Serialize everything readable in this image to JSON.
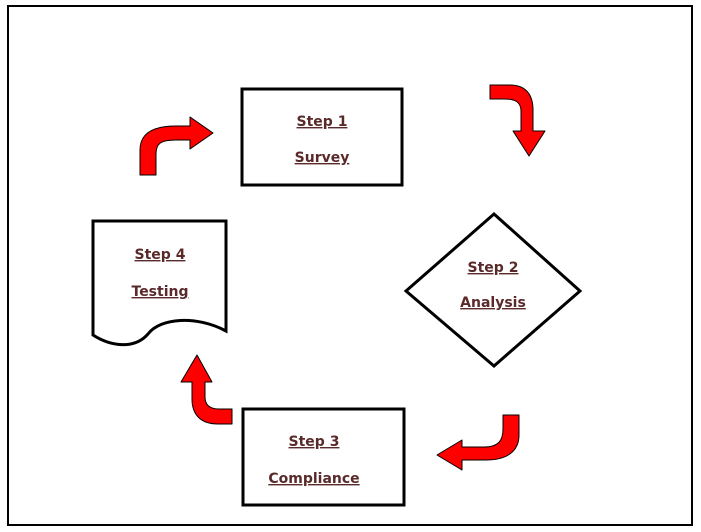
{
  "colors": {
    "arrow": "#ff0000",
    "text": "#5a2a2a",
    "border": "#000000",
    "background": "#ffffff"
  },
  "steps": [
    {
      "title": "Step 1",
      "name": "Survey"
    },
    {
      "title": "Step 2",
      "name": "Analysis"
    },
    {
      "title": "Step 3",
      "name": "Compliance"
    },
    {
      "title": "Step 4",
      "name": "Testing"
    }
  ]
}
